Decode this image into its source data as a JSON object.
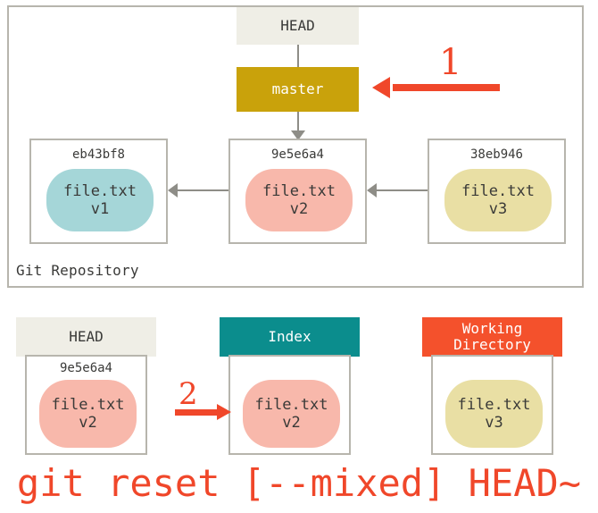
{
  "diagram": {
    "title_command": "git reset [--mixed] HEAD~",
    "repository": {
      "label": "Git Repository",
      "head_ref": "HEAD",
      "branch_ref": "master",
      "commits": [
        {
          "hash": "eb43bf8",
          "file": "file.txt",
          "version": "v1",
          "color": "#a5d6d8"
        },
        {
          "hash": "9e5e6a4",
          "file": "file.txt",
          "version": "v2",
          "color": "#f8b8ab"
        },
        {
          "hash": "38eb946",
          "file": "file.txt",
          "version": "v3",
          "color": "#e9dfa4"
        }
      ]
    },
    "trees": [
      {
        "name": "HEAD",
        "hash": "9e5e6a4",
        "file": "file.txt",
        "version": "v2",
        "header_color": "#efeee6",
        "blob_color": "#f8b8ab"
      },
      {
        "name": "Index",
        "hash": "",
        "file": "file.txt",
        "version": "v2",
        "header_color": "#0b8d8d",
        "blob_color": "#f8b8ab"
      },
      {
        "name": "Working\nDirectory",
        "hash": "",
        "file": "file.txt",
        "version": "v3",
        "header_color": "#f4512c",
        "blob_color": "#e9dfa4"
      }
    ],
    "steps": [
      {
        "number": "1",
        "description": "move-branch-pointer"
      },
      {
        "number": "2",
        "description": "update-index"
      }
    ],
    "colors": {
      "accent_red": "#f0472a",
      "line_gray": "#8e8d87",
      "border_gray": "#b7b5ad",
      "master_gold": "#c9a20b",
      "index_teal": "#0b8d8d",
      "workdir_orange": "#f4512c",
      "head_cream": "#efeee6",
      "text_dark": "#3a3a38"
    }
  }
}
